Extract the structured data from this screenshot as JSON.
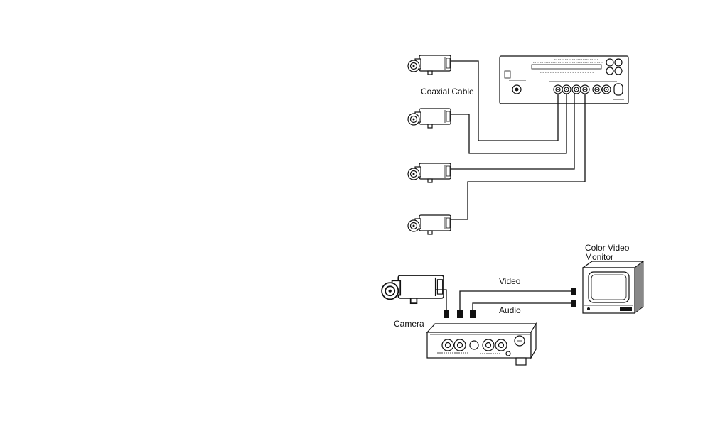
{
  "labels": {
    "coaxial_cable": "Coaxial Cable",
    "monitor_line1": "Color Video",
    "monitor_line2": "Monitor",
    "video": "Video",
    "audio": "Audio",
    "camera": "Camera"
  },
  "icons": {
    "camera": "cctv-camera-icon",
    "switcher": "video-switcher-unit-icon",
    "monitor": "crt-monitor-icon",
    "connector": "bnc-plug-icon"
  }
}
